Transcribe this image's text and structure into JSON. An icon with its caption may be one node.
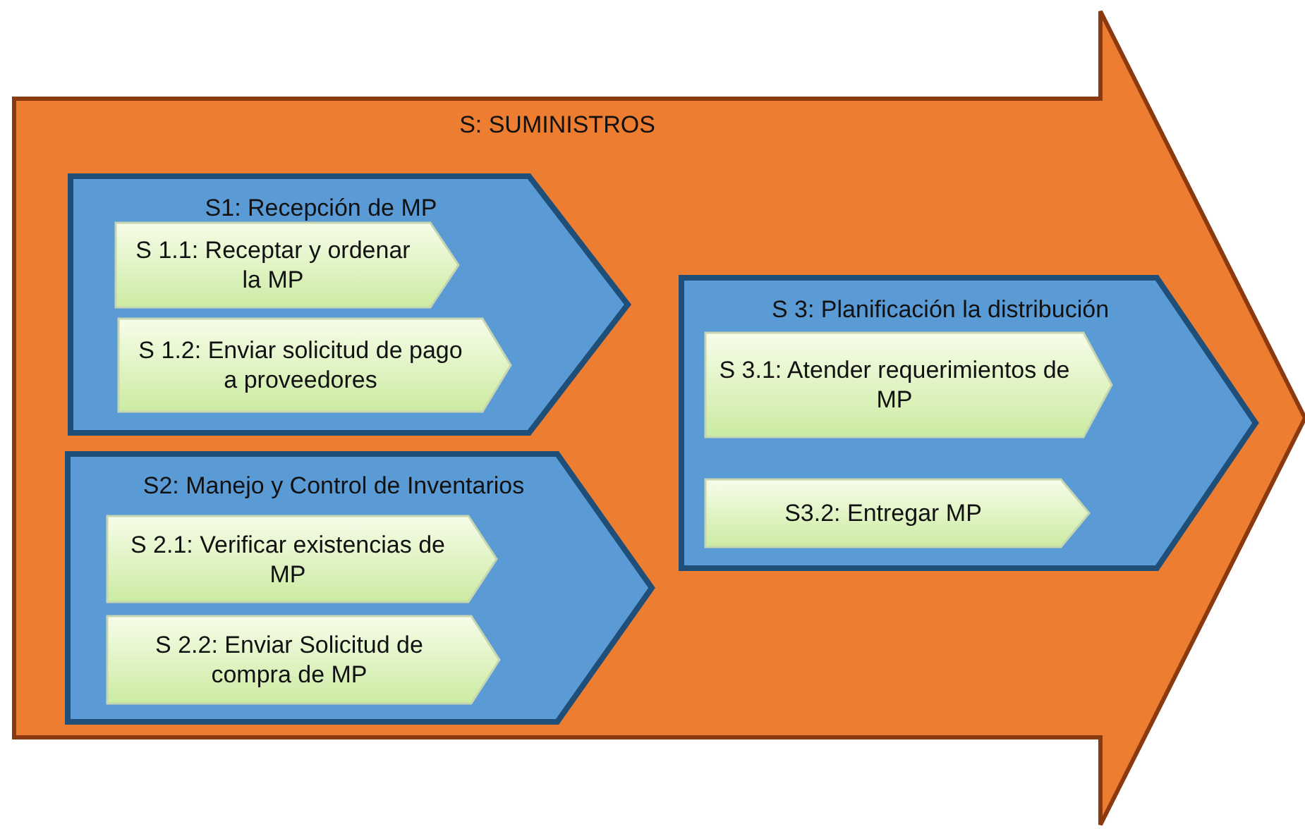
{
  "diagram": {
    "nodes": [
      {
        "text": [
          "S: SUMINISTROS"
        ]
      },
      {
        "text": [
          "S1: Recepción de MP"
        ],
        "in": 0
      },
      {
        "text": [
          "S 1.1: Receptar y ordenar la MP"
        ],
        "in": 1
      },
      {
        "text": [
          "S 1.2: Enviar solicitud de pago a proveedores"
        ],
        "in": 1
      },
      {
        "text": [
          "S2: Manejo y Control de Inventarios"
        ],
        "in": 0
      },
      {
        "text": [
          "S 2.1: Verificar existencias de MP"
        ],
        "in": 4
      },
      {
        "text": [
          "S 2.2: Enviar Solicitud de compra de MP"
        ],
        "in": 4
      },
      {
        "text": [
          "S 3: Planificación la distribución"
        ],
        "in": 0
      },
      {
        "text": [
          "S 3.1: Atender requerimientos de MP"
        ],
        "in": 7
      },
      {
        "text": [
          "S3.2: Entregar MP"
        ],
        "in": 7
      }
    ]
  }
}
